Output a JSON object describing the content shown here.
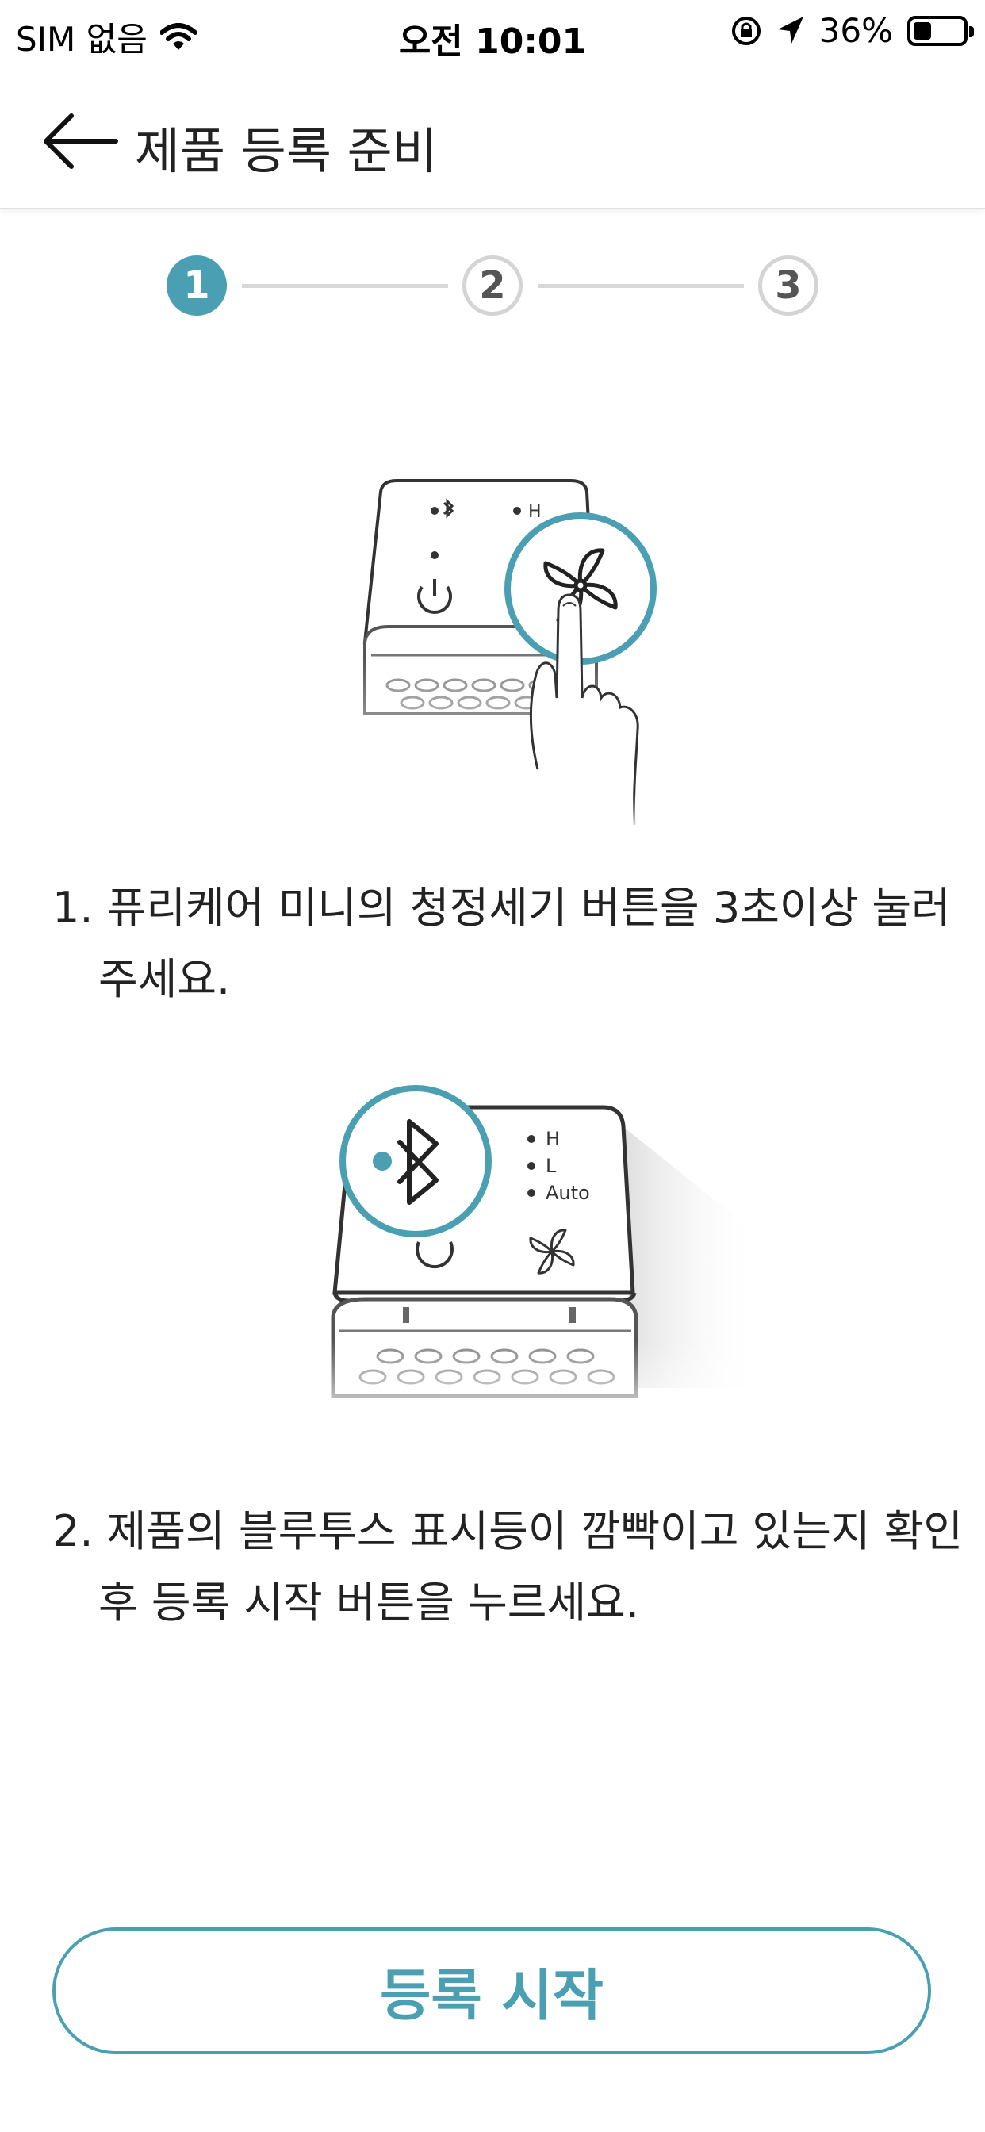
{
  "status_bar": {
    "carrier": "SIM 없음",
    "time": "오전 10:01",
    "battery_percent": "36%",
    "battery_level": 0.36
  },
  "header": {
    "title": "제품 등록 준비"
  },
  "stepper": {
    "steps": [
      "1",
      "2",
      "3"
    ],
    "active_step": 1
  },
  "illustration_2": {
    "mode_h": "H",
    "mode_l": "L",
    "mode_auto": "Auto"
  },
  "instructions": [
    "1. 퓨리케어 미니의 청정세기 버튼을 3초이상 눌러주세요.",
    "2. 제품의 블루투스 표시등이 깜빡이고 있는지 확인 후 등록 시작 버튼을 누르세요."
  ],
  "actions": {
    "start_label": "등록 시작"
  },
  "colors": {
    "accent": "#4a9fb2",
    "inactive": "#d4d4d4"
  }
}
